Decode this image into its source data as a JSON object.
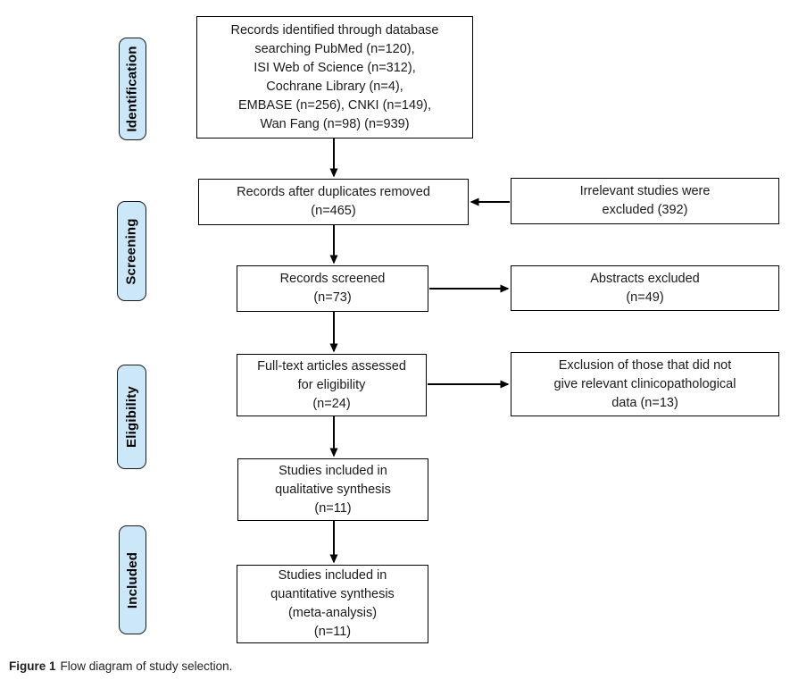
{
  "colors": {
    "stage_fill": "#cbe7f8",
    "line": "#000000"
  },
  "stages": [
    {
      "label": "Identification"
    },
    {
      "label": "Screening"
    },
    {
      "label": "Eligibility"
    },
    {
      "label": "Included"
    }
  ],
  "boxes": {
    "identified": "Records identified through database\nsearching PubMed (n=120),\nISI Web of Science (n=312),\nCochrane Library (n=4),\nEMBASE (n=256), CNKI (n=149),\nWan Fang (n=98) (n=939)",
    "duplicates_removed": "Records after duplicates removed\n(n=465)",
    "irrelevant_excluded": "Irrelevant studies were\nexcluded (392)",
    "screened": "Records screened\n(n=73)",
    "abstracts_excluded": "Abstracts excluded\n(n=49)",
    "fulltext_assessed": "Full-text articles assessed\nfor eligibility\n(n=24)",
    "exclusion_no_data": "Exclusion of those that did not\ngive relevant clinicopathological\ndata (n=13)",
    "qualitative": "Studies included in\nqualitative synthesis\n(n=11)",
    "quantitative": "Studies included in\nquantitative synthesis\n(meta-analysis)\n(n=11)"
  },
  "caption": {
    "label": "Figure 1",
    "text": "Flow diagram of study selection."
  }
}
